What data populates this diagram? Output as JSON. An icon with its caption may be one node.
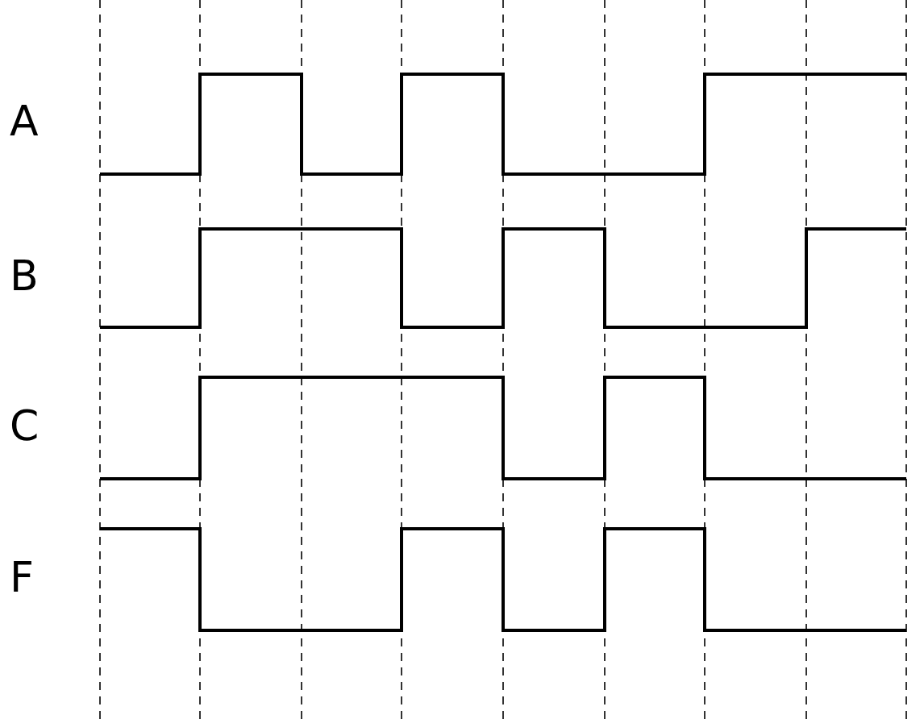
{
  "diagram": {
    "labels": [
      "A",
      "B",
      "C",
      "F"
    ]
  }
}
